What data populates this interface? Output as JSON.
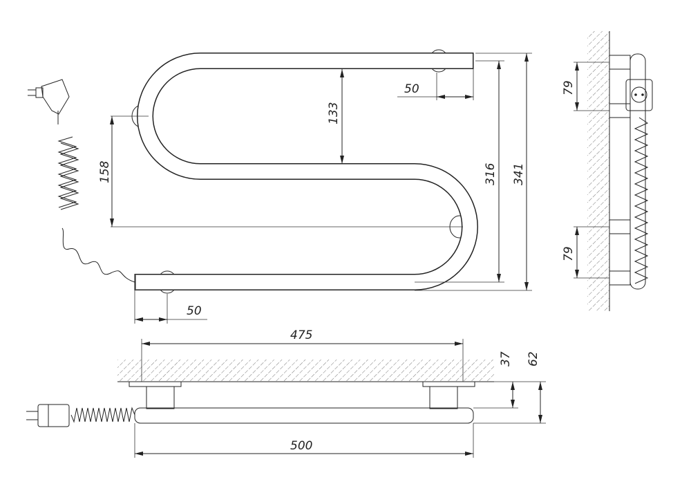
{
  "drawing": {
    "title": "Electric towel rail S-shape technical drawing",
    "front_view": {
      "dim_top_offset": "50",
      "dim_inner_spacing": "133",
      "dim_mount_spacing": "158",
      "dim_inner_height": "316",
      "dim_total_height": "341",
      "dim_bottom_offset": "50"
    },
    "side_view": {
      "dim_bracket_top": "79",
      "dim_bracket_bottom": "79"
    },
    "top_view": {
      "dim_mount_width": "475",
      "dim_total_width": "500",
      "dim_bracket_depth": "37",
      "dim_total_depth": "62"
    }
  }
}
